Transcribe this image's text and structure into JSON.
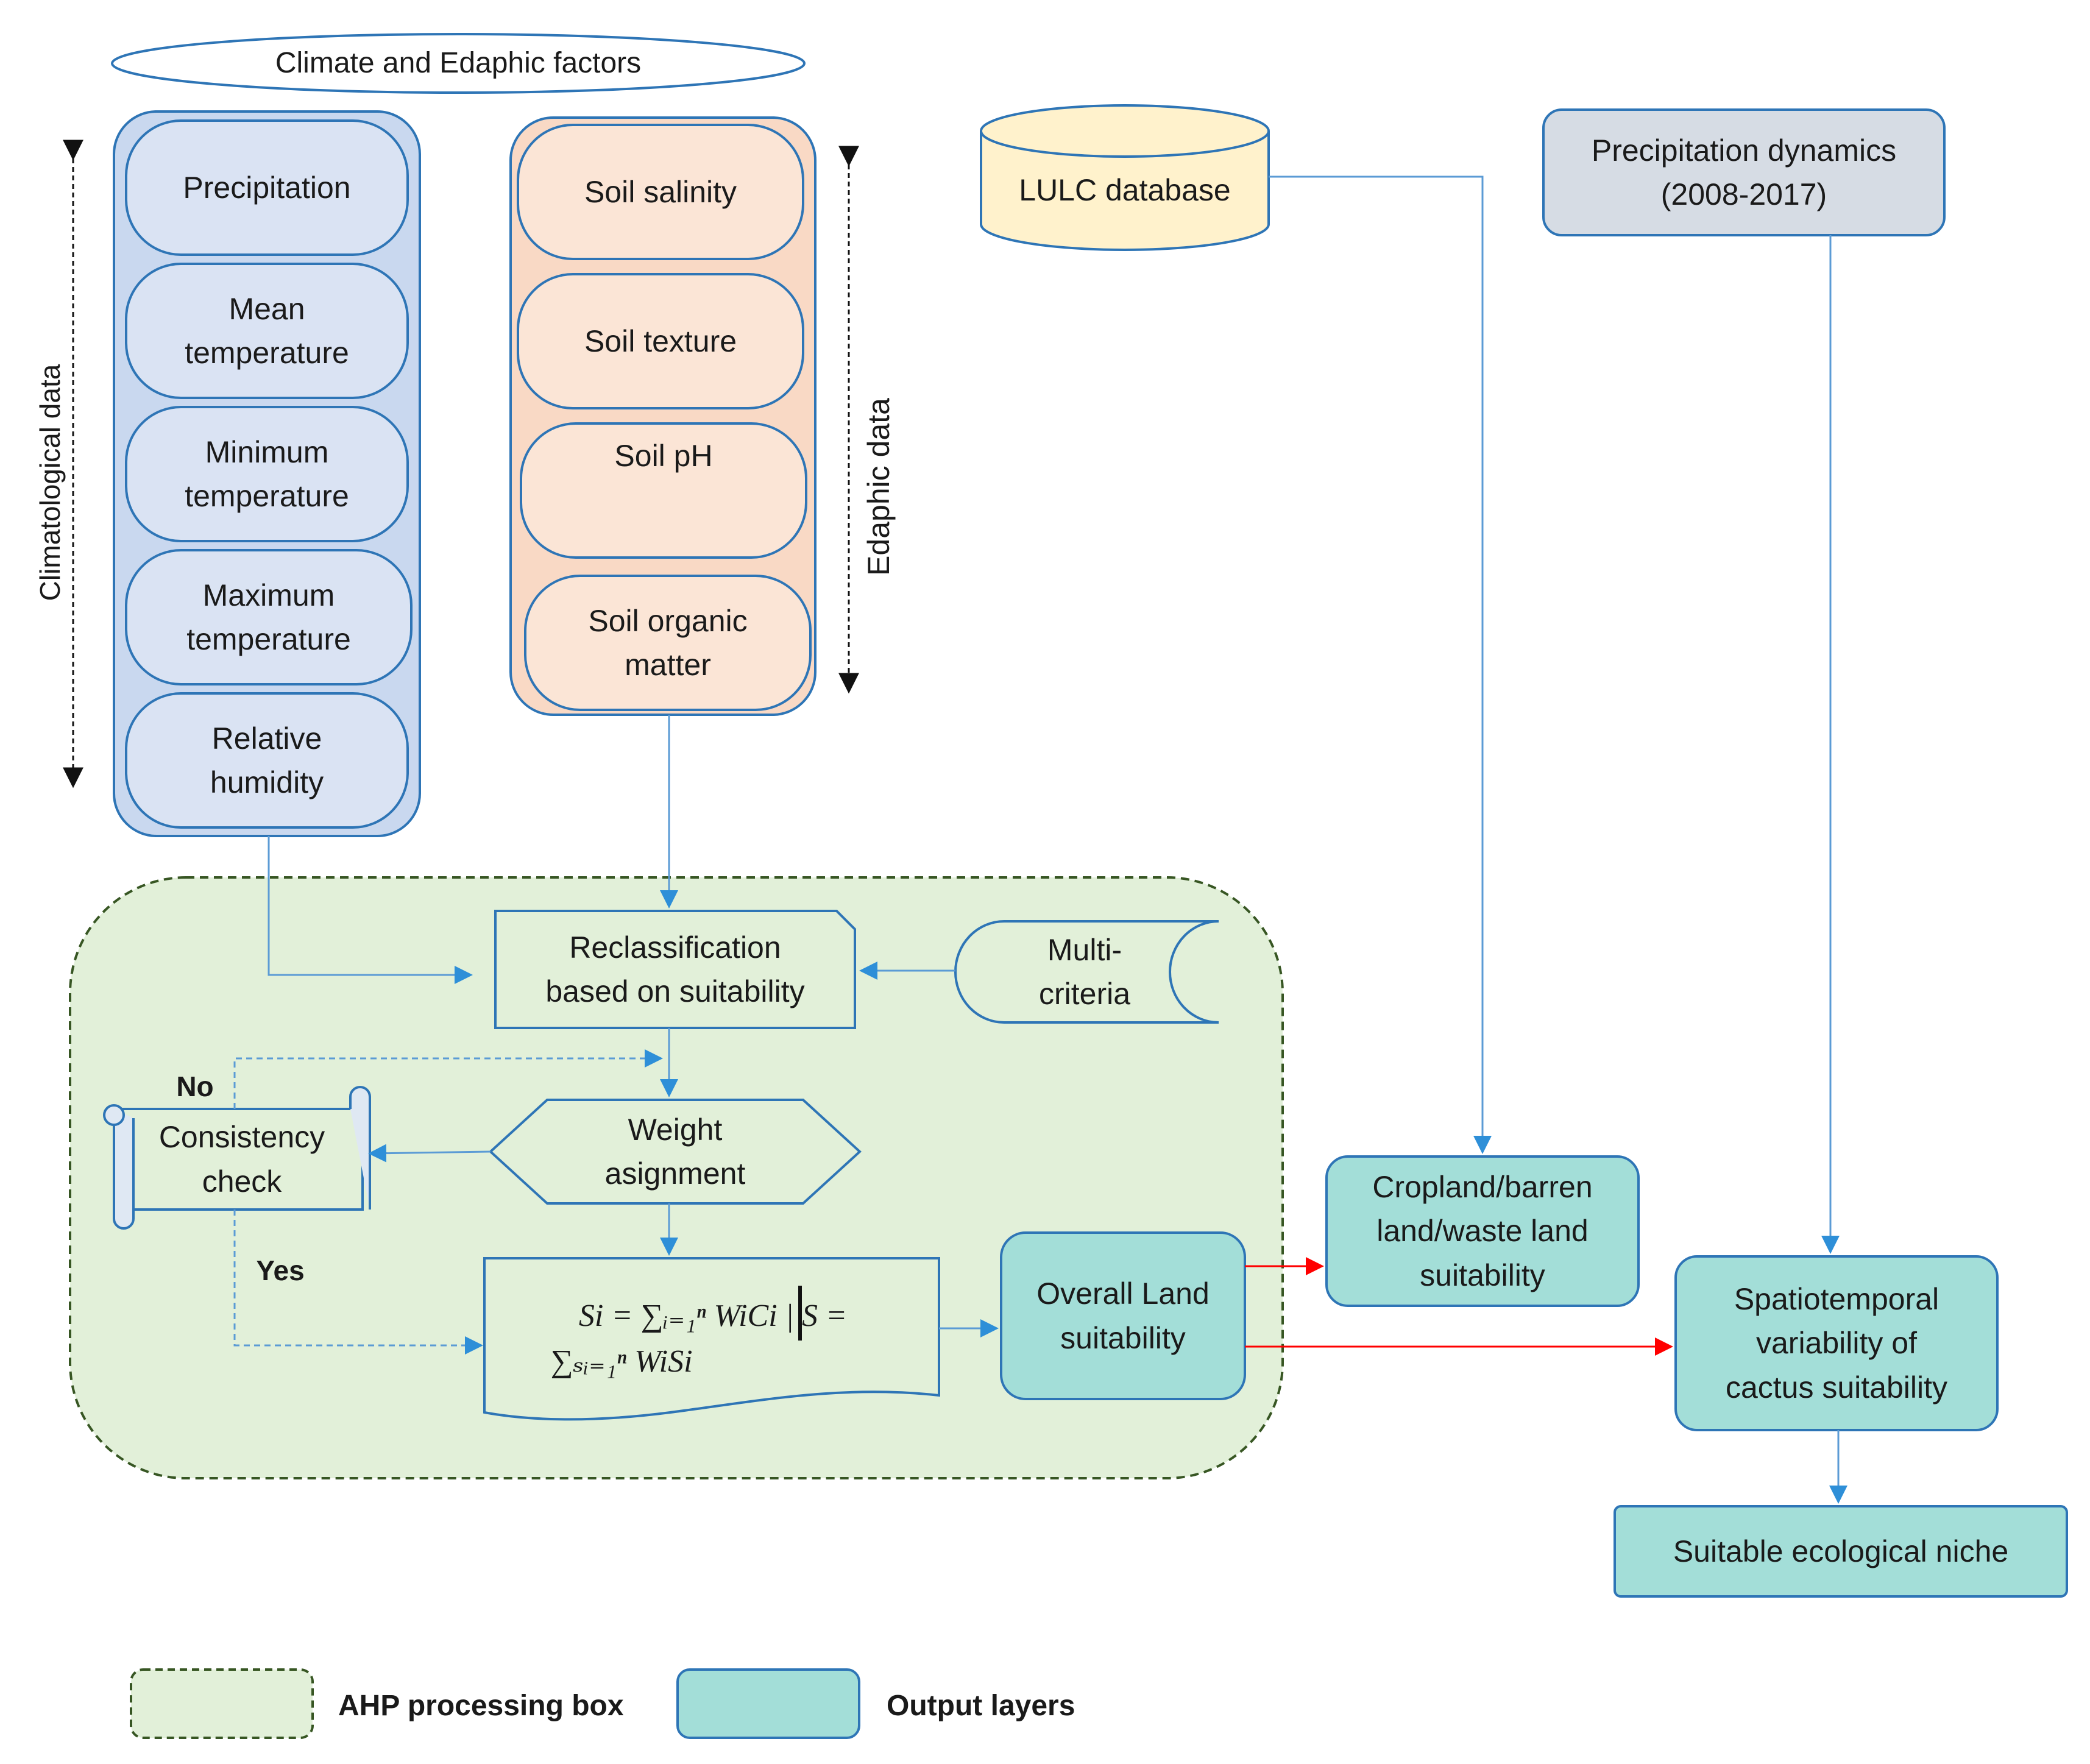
{
  "header": {
    "title": "Climate and Edaphic factors"
  },
  "climate": {
    "axis_label": "Climatological data",
    "items": [
      "Precipitation",
      "Mean\ntemperature",
      "Minimum\ntemperature",
      "Maximum\ntemperature",
      "Relative\nhumidity"
    ]
  },
  "edaphic": {
    "axis_label": "Edaphic data",
    "items": [
      "Soil salinity",
      "Soil texture",
      "Soil pH",
      "Soil organic\nmatter"
    ]
  },
  "lulc": {
    "label": "LULC database"
  },
  "precip_dynamics": {
    "label": "Precipitation dynamics\n(2008-2017)"
  },
  "ahp": {
    "reclassification": "Reclassification\nbased on suitability",
    "multicriteria": "Multi-\ncriteria",
    "weight": "Weight\nasignment",
    "consistency": "Consistency\ncheck",
    "no_label": "No",
    "yes_label": "Yes",
    "formula_line1": "Si = ∑ᵢ₌₁ⁿ WiCi  |  S =",
    "formula_line2": "∑ₛᵢ₌₁ⁿ WiSi"
  },
  "outputs": {
    "overall": "Overall Land\nsuitability",
    "cropland": "Cropland/barren\nland/waste land\nsuitability",
    "spatiotemporal": "Spatiotemporal\nvariability of\ncactus suitability",
    "niche": "Suitable ecological niche"
  },
  "legend": {
    "ahp_label": "AHP processing box",
    "output_label": "Output layers"
  },
  "colors": {
    "climate_fill": "#dae3f3",
    "edaphic_fill": "#fbe5d6",
    "lulc_fill": "#fff2cc",
    "precip_fill": "#d6dce4",
    "ahp_fill": "#e2f0d9",
    "ahp_border": "#375623",
    "output_fill": "#a3ded8",
    "box_border": "#2e75b6",
    "connector": "#5b9bd5",
    "red_arrow": "#ff0000"
  }
}
